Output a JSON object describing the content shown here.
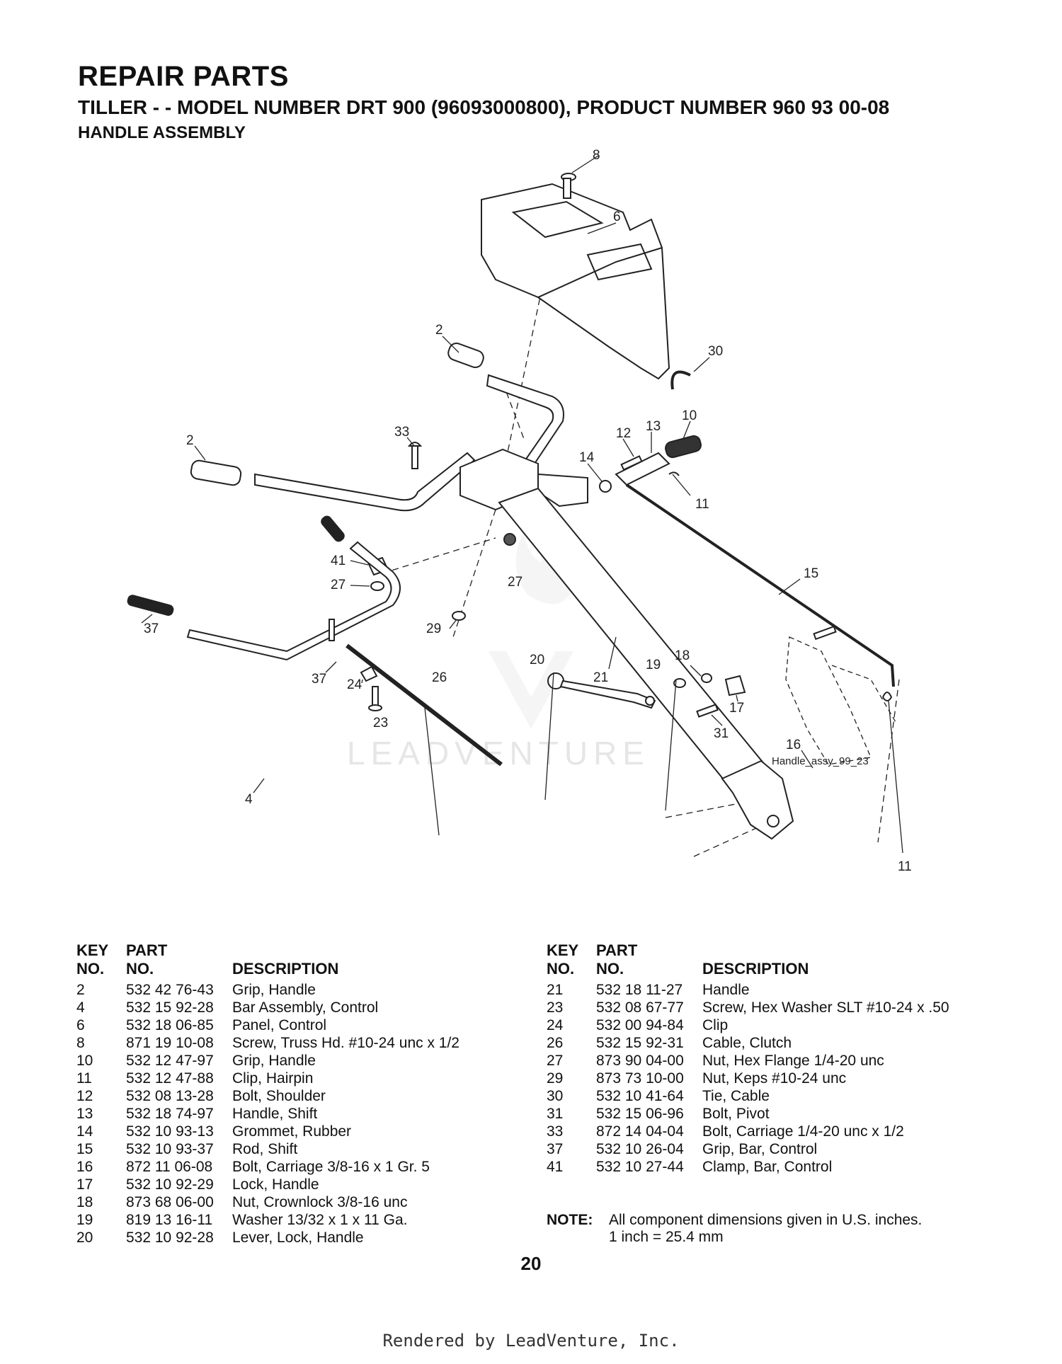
{
  "header": {
    "title": "REPAIR PARTS",
    "subtitle": "TILLER - - MODEL NUMBER DRT 900 (96093000800), PRODUCT NUMBER 960 93 00-08",
    "section": "HANDLE ASSEMBLY"
  },
  "diagram": {
    "image_id_label": "Handle_assy_99_23",
    "watermark": "LEADVENTURE",
    "callouts": [
      "8",
      "6",
      "2",
      "30",
      "2",
      "33",
      "10",
      "12",
      "13",
      "14",
      "11",
      "15",
      "41",
      "27",
      "27",
      "29",
      "37",
      "21",
      "16",
      "37",
      "4",
      "18",
      "19",
      "20",
      "26",
      "24",
      "17",
      "11",
      "23",
      "31"
    ]
  },
  "table_headers": {
    "key_line1": "KEY",
    "key_line2": "NO.",
    "part_line1": "PART",
    "part_line2": "NO.",
    "description": "DESCRIPTION"
  },
  "parts_left": [
    {
      "key": "2",
      "part": "532 42 76-43",
      "desc": "Grip, Handle"
    },
    {
      "key": "4",
      "part": "532 15 92-28",
      "desc": "Bar Assembly, Control"
    },
    {
      "key": "6",
      "part": "532 18 06-85",
      "desc": "Panel, Control"
    },
    {
      "key": "8",
      "part": "871 19 10-08",
      "desc": "Screw, Truss Hd. #10-24 unc x 1/2"
    },
    {
      "key": "10",
      "part": "532 12 47-97",
      "desc": "Grip, Handle"
    },
    {
      "key": "11",
      "part": "532 12 47-88",
      "desc": "Clip, Hairpin"
    },
    {
      "key": "12",
      "part": "532 08 13-28",
      "desc": "Bolt, Shoulder"
    },
    {
      "key": "13",
      "part": "532 18 74-97",
      "desc": "Handle, Shift"
    },
    {
      "key": "14",
      "part": "532 10 93-13",
      "desc": "Grommet, Rubber"
    },
    {
      "key": "15",
      "part": "532 10 93-37",
      "desc": "Rod, Shift"
    },
    {
      "key": "16",
      "part": "872 11 06-08",
      "desc": "Bolt, Carriage  3/8-16 x 1 Gr. 5"
    },
    {
      "key": "17",
      "part": "532 10 92-29",
      "desc": "Lock, Handle"
    },
    {
      "key": "18",
      "part": "873 68 06-00",
      "desc": "Nut, Crownlock 3/8-16 unc"
    },
    {
      "key": "19",
      "part": "819 13 16-11",
      "desc": "Washer  13/32 x 1 x 11 Ga."
    },
    {
      "key": "20",
      "part": "532 10 92-28",
      "desc": "Lever, Lock, Handle"
    }
  ],
  "parts_right": [
    {
      "key": "21",
      "part": "532 18 11-27",
      "desc": "Handle"
    },
    {
      "key": "23",
      "part": "532 08 67-77",
      "desc": "Screw, Hex Washer SLT #10-24 x .50"
    },
    {
      "key": "24",
      "part": "532 00 94-84",
      "desc": "Clip"
    },
    {
      "key": "26",
      "part": "532 15 92-31",
      "desc": "Cable, Clutch"
    },
    {
      "key": "27",
      "part": "873 90 04-00",
      "desc": "Nut, Hex  Flange 1/4-20 unc"
    },
    {
      "key": "29",
      "part": "873 73 10-00",
      "desc": "Nut, Keps  #10-24 unc"
    },
    {
      "key": "30",
      "part": "532 10 41-64",
      "desc": "Tie, Cable"
    },
    {
      "key": "31",
      "part": "532 15 06-96",
      "desc": "Bolt, Pivot"
    },
    {
      "key": "33",
      "part": "872 14 04-04",
      "desc": "Bolt, Carriage  1/4-20 unc x 1/2"
    },
    {
      "key": "37",
      "part": "532 10 26-04",
      "desc": "Grip, Bar, Control"
    },
    {
      "key": "41",
      "part": "532 10 27-44",
      "desc": "Clamp, Bar, Control"
    }
  ],
  "note": {
    "label": "NOTE:",
    "line1": "All component dimensions given in U.S. inches.",
    "line2": "1 inch = 25.4 mm"
  },
  "page_number": "20",
  "footer": "Rendered by LeadVenture, Inc."
}
